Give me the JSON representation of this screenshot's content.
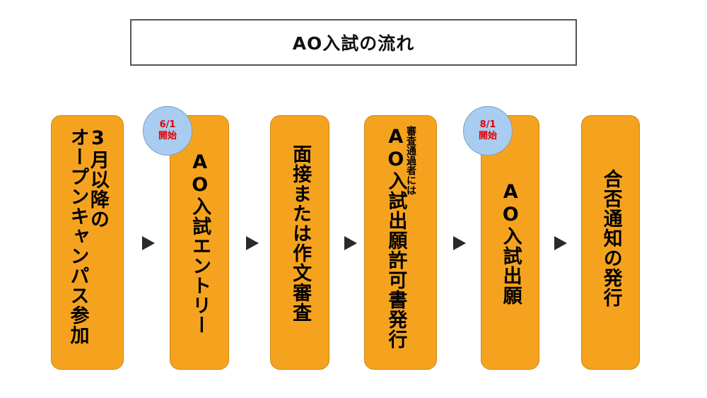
{
  "title": "AO入試の流れ",
  "colors": {
    "step_fill": "#f5a31f",
    "badge_fill": "#a9cdf1",
    "badge_text": "#e00000",
    "arrow": "#2a2a2a"
  },
  "steps": [
    {
      "lines": [
        "3月以降の",
        "オープンキャンパス参加"
      ]
    },
    {
      "lines": [
        "AO入試エントリー"
      ]
    },
    {
      "lines": [
        "面接または作文審査"
      ]
    },
    {
      "note": "審査通過者には",
      "lines": [
        "AO入試出願許可書発行"
      ]
    },
    {
      "lines": [
        "AO入試出願"
      ]
    },
    {
      "lines": [
        "合否通知の発行"
      ]
    }
  ],
  "badges": [
    {
      "date": "6/1",
      "label": "開始"
    },
    {
      "date": "8/1",
      "label": "開始"
    }
  ],
  "arrow_icon": "triangle-right-icon"
}
